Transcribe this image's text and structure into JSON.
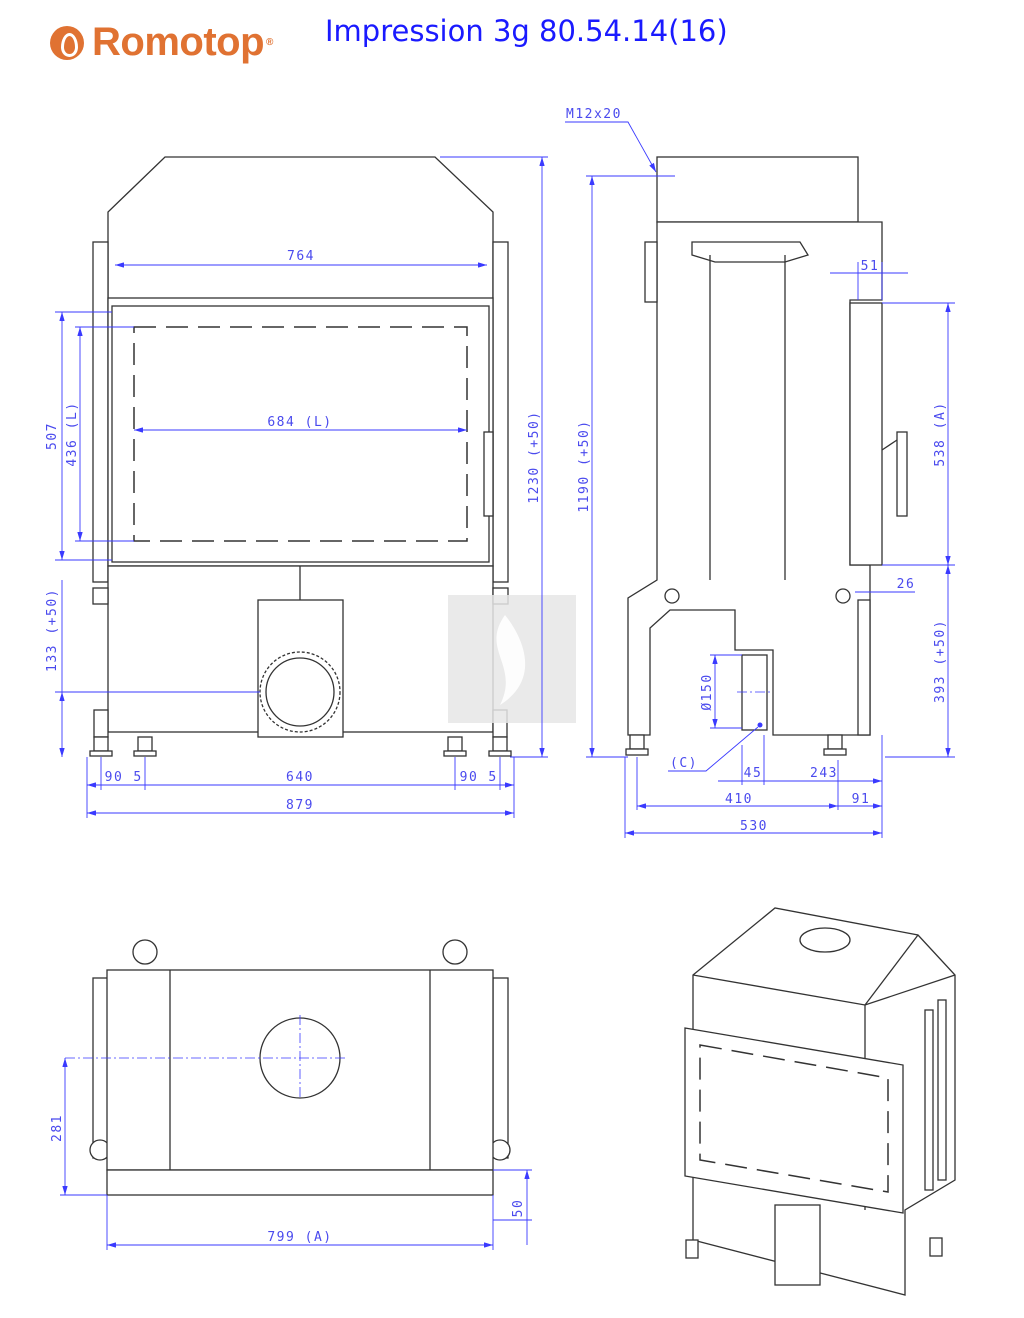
{
  "header": {
    "brand": "Romotop",
    "title": "Impression 3g 80.54.14(16)"
  },
  "colors": {
    "brand": "#e07232",
    "title": "#1a1aff",
    "dimension": "#3a3aff"
  },
  "front_view": {
    "dims": {
      "top_width": "764",
      "glass_width": "684 (L)",
      "height_507": "507",
      "height_436": "436 (L)",
      "total_height": "1230 (+50)",
      "flue_height": "133 (+50)",
      "foot_left": "90",
      "foot_left_offset": "5",
      "foot_span": "640",
      "foot_right": "90",
      "foot_right_offset": "5",
      "overall_width": "879"
    }
  },
  "side_view": {
    "dims": {
      "bolt": "M12x20",
      "height_1190": "1190 (+50)",
      "door_offset": "51",
      "door_height": "538 (A)",
      "offset_26": "26",
      "lower_height": "393 (+50)",
      "flue_diameter": "Ø150",
      "point_c": "(C)",
      "d45": "45",
      "d243": "243",
      "d410": "410",
      "d91": "91",
      "depth": "530"
    }
  },
  "top_view": {
    "dims": {
      "d281": "281",
      "width": "799 (A)",
      "d50": "50"
    }
  }
}
